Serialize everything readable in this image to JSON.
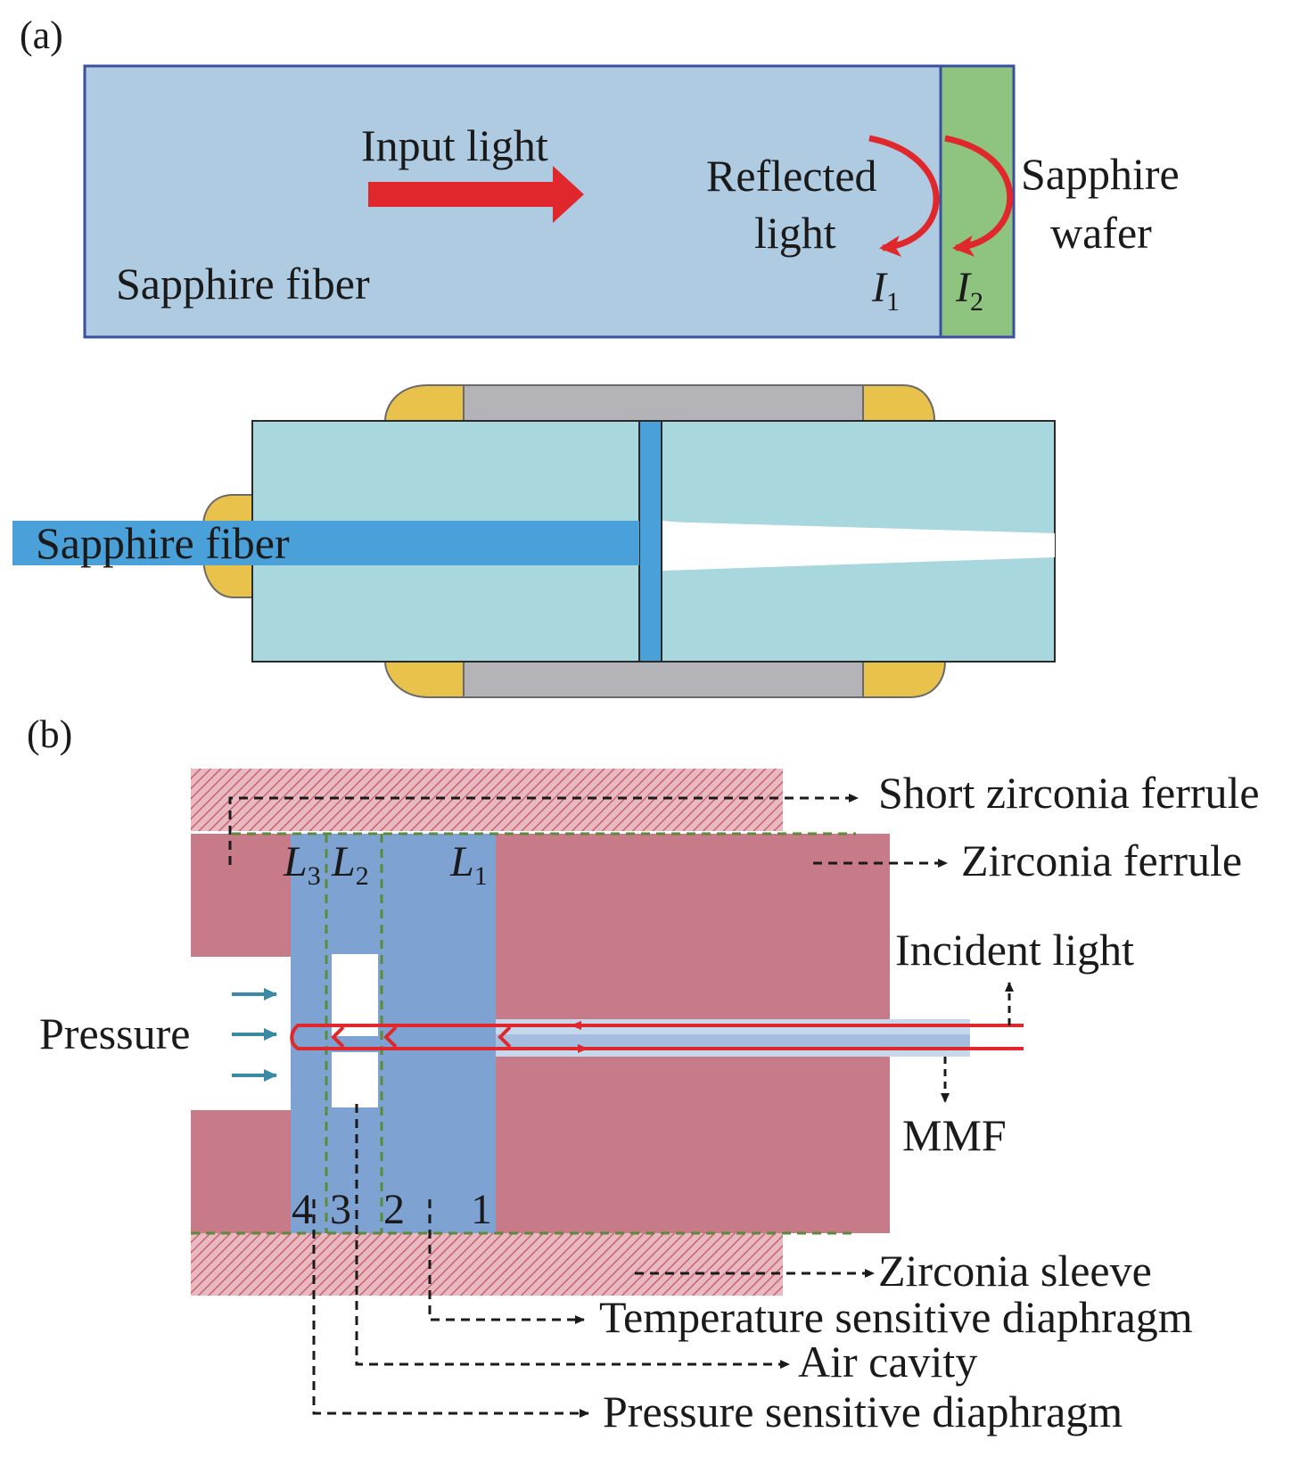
{
  "panel_a": {
    "label": "(a)",
    "input_light": "Input light",
    "reflected_light_line1": "Reflected",
    "reflected_light_line2": "light",
    "sapphire_wafer_line1": "Sapphire",
    "sapphire_wafer_line2": "wafer",
    "sapphire_fiber": "Sapphire fiber",
    "i1_symbol": "I",
    "i1_sub": "1",
    "i2_symbol": "I",
    "i2_sub": "2",
    "lower_fiber_label": "Sapphire fiber"
  },
  "panel_b": {
    "label": "(b)",
    "short_zirconia_ferrule": "Short zirconia ferrule",
    "zirconia_ferrule": "Zirconia ferrule",
    "incident_light": "Incident light",
    "pressure": "Pressure",
    "mmf": "MMF",
    "zirconia_sleeve": "Zirconia sleeve",
    "temperature_sensitive_diaphragm": "Temperature sensitive diaphragm",
    "air_cavity": "Air cavity",
    "pressure_sensitive_diaphragm": "Pressure sensitive diaphragm",
    "l3_symbol": "L",
    "l3_sub": "3",
    "l2_symbol": "L",
    "l2_sub": "2",
    "l1_symbol": "L",
    "l1_sub": "1",
    "num_4": "4",
    "num_3": "3",
    "num_2": "2",
    "num_1": "1"
  },
  "colors": {
    "fiber_blue_light": "#aecbe1",
    "wafer_green": "#8ec47f",
    "arrow_red": "#e0282c",
    "teal_body": "#a8d8de",
    "fiber_blue": "#4aa0d8",
    "gold": "#e8c24a",
    "gray_sleeve": "#b4b4b8",
    "ferrule_pink": "#c77a87",
    "diaphragm_blue": "#7ea3d3",
    "pressure_arrow": "#3a8aa6"
  }
}
